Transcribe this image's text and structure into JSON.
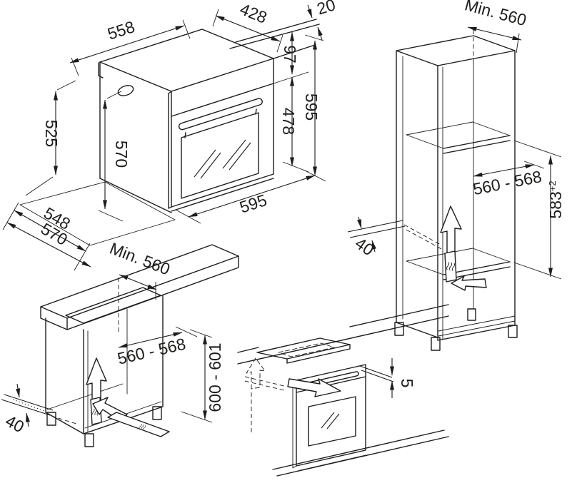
{
  "drawing": {
    "type": "appliance installation dimension drawing",
    "colors": {
      "line": "#1d1d1b",
      "background": "#ffffff"
    },
    "oven": {
      "labels": {
        "w_top": "558",
        "d_top": "428",
        "t20": "20",
        "h97": "97",
        "h478": "478",
        "h595": "595",
        "w595": "595",
        "h570": "570",
        "h525": "525",
        "d548": "548",
        "d570": "570"
      }
    },
    "tall_cabinet": {
      "labels": {
        "min_depth": "Min. 560",
        "niche_width": "560 - 568",
        "niche_height": "583",
        "niche_height_tol": "+2",
        "vent": "40"
      }
    },
    "base_cabinet": {
      "labels": {
        "min_depth": "Min. 560",
        "niche_width": "560 - 568",
        "height_range": "600 - 601",
        "vent": "40"
      }
    },
    "side_view": {
      "labels": {
        "gap": "5"
      }
    }
  }
}
